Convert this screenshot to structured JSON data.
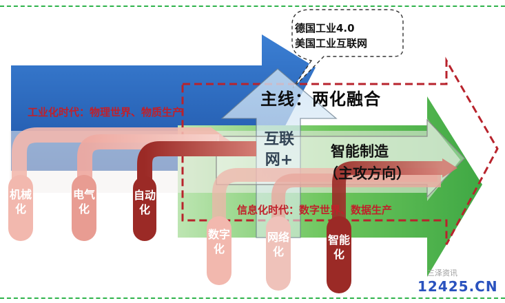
{
  "cloud": {
    "line1": "德国工业4.0",
    "line2": "美国工业互联网"
  },
  "main_line": "主线：两化融合",
  "industrial_era": "工业化时代：物理世界、物质生产",
  "info_era": "信息化时代：数字世界、数据生产",
  "internet_plus": "互联网+",
  "smart_manufacturing": {
    "line1": "智能制造",
    "line2": "（主攻方向）"
  },
  "industrial_stages": [
    "机械化",
    "电气化",
    "自动化"
  ],
  "info_stages": [
    "数字化",
    "网络化",
    "智能化"
  ],
  "watermark": {
    "text": "12425.CN",
    "subtext": "三泽资讯"
  },
  "colors": {
    "blue_arrow": "#2f6cc0",
    "green_arrow": "#56b94a",
    "dashed_red": "#b8232c",
    "industrial_text": "#c0202a",
    "main_line_text": "#0a0a0a",
    "pink_light": "#f2b8ae",
    "pink_mid": "#e89c92",
    "dark_red": "#9b2a26",
    "watermark_blue": "#2a52be",
    "watermark_red": "#d22424"
  }
}
